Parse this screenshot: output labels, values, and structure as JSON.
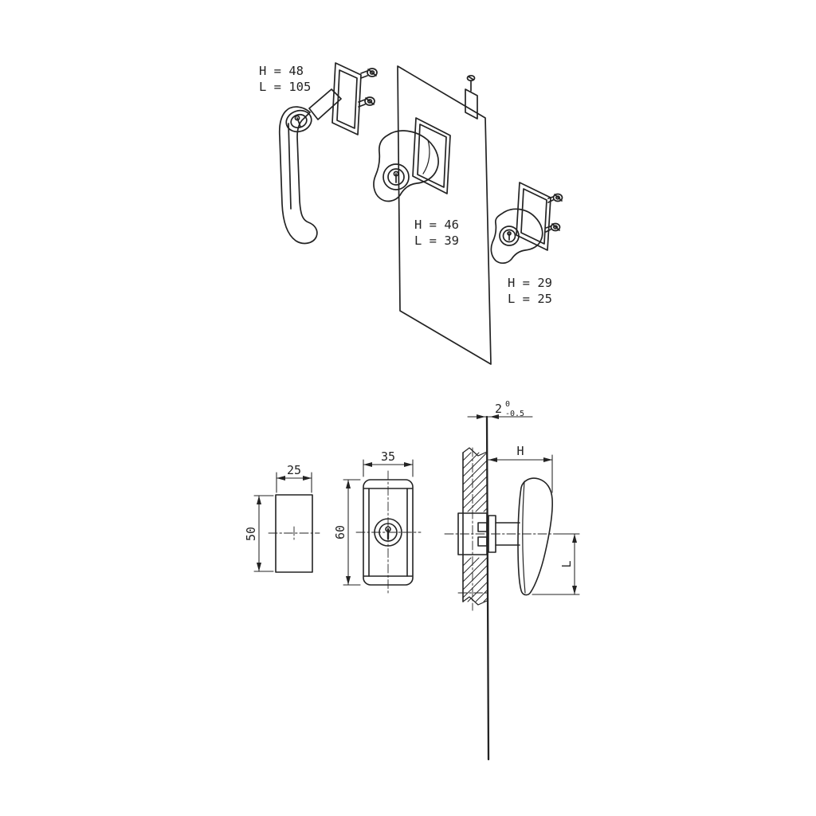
{
  "meta": {
    "background": "#ffffff",
    "line_color": "#232323"
  },
  "iso_view": {
    "handles": [
      {
        "id": "l-handle",
        "h": "H = 48",
        "l": "L = 105"
      },
      {
        "id": "t-handle-medium",
        "h": "H = 46",
        "l": "L = 39"
      },
      {
        "id": "t-handle-small",
        "h": "H = 29",
        "l": "L = 25"
      }
    ]
  },
  "ortho_view": {
    "cutout": {
      "width": "25",
      "height": "50"
    },
    "front": {
      "width": "35",
      "height": "60"
    },
    "panel_thickness": {
      "nominal": "2",
      "tol_upper": "0",
      "tol_lower": "-0.5"
    },
    "side": {
      "h_label": "H",
      "l_label": "L"
    }
  }
}
